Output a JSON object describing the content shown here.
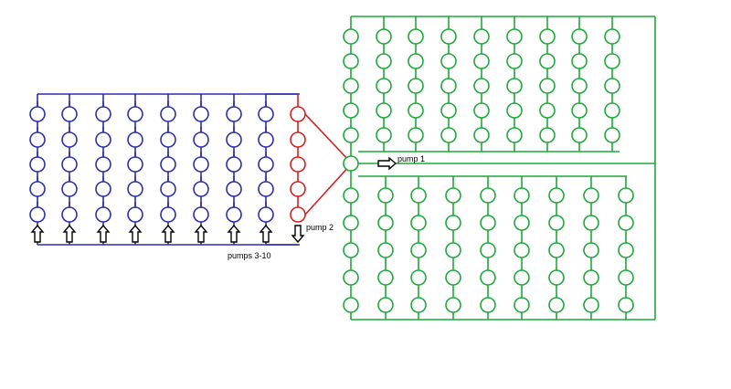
{
  "labels": {
    "pump1": "pump 1",
    "pump2": "pump 2",
    "pumps_group": "pumps 3-10"
  },
  "colors": {
    "blue_array": "#2b2fa8",
    "red_array": "#d42020",
    "green_array": "#1fa83a",
    "arrow_stroke": "#000000",
    "arrow_fill": "#ffffff"
  },
  "diagram": {
    "blue_array": {
      "columns": 8,
      "circles_per_column": 5,
      "arrow_direction": "up"
    },
    "red_array": {
      "columns": 1,
      "circles_per_column": 5,
      "arrow_direction": "down"
    },
    "hub": {
      "circles": 1
    },
    "green_top_array": {
      "columns": 9,
      "circles_per_column": 5
    },
    "green_bottom_array": {
      "columns": 9,
      "circles_per_column": 5
    },
    "pump1_arrow_direction": "right"
  }
}
